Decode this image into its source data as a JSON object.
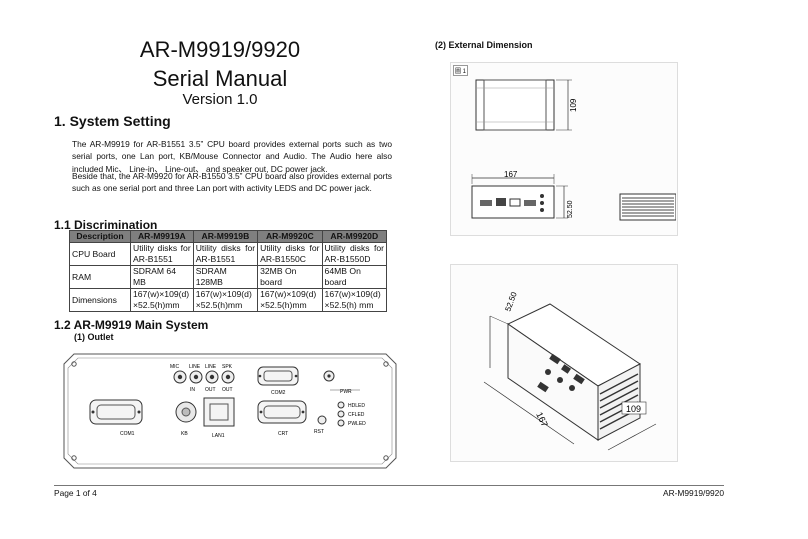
{
  "doc": {
    "title_line1": "AR-M9919/9920",
    "title_line2": "Serial Manual",
    "version": "Version 1.0"
  },
  "section1": {
    "heading": "1.  System Setting",
    "para1": "The AR-M9919 for AR-B1551 3.5” CPU board provides external ports such as two serial ports, one Lan port, KB/Mouse Connector and Audio. The Audio here also included Mic、 Line-in、 Line-out、 and speaker out, DC power jack.",
    "para2": "Beside that, the AR-M9920 for AR-B1550 3.5” CPU board also provides external ports such as one serial port and three Lan port with activity LEDS and DC power jack."
  },
  "discrimination": {
    "heading": "1.1 Discrimination",
    "headers": [
      "Description",
      "AR-M9919A",
      "AR-M9919B",
      "AR-M9920C",
      "AR-M9920D"
    ],
    "rows": [
      {
        "label": "CPU Board",
        "cells": [
          [
            "Utility disks for",
            "AR-B1551"
          ],
          [
            "Utility disks for",
            "AR-B1551"
          ],
          [
            "Utility disks for",
            "AR-B1550C"
          ],
          [
            "Utility disks for",
            "AR-B1550D"
          ]
        ]
      },
      {
        "label": "RAM",
        "cells": [
          [
            "SDRAM 64 MB"
          ],
          [
            "SDRAM 128MB"
          ],
          [
            "32MB On board"
          ],
          [
            "64MB On board"
          ]
        ]
      },
      {
        "label": "Dimensions",
        "cells": [
          [
            "167(w)×109(d)",
            "×52.5(h)mm"
          ],
          [
            "167(w)×109(d)",
            "×52.5(h)mm"
          ],
          [
            "167(w)×109(d)",
            "×52.5(h)mm"
          ],
          [
            "167(w)×109(d)",
            "×52.5(h) mm"
          ]
        ]
      }
    ]
  },
  "main_system": {
    "heading": "1.2 AR-M9919 Main System",
    "outlet_heading": "(1)  Outlet",
    "panel_labels": {
      "mic": "MIC",
      "line_in": "LINE",
      "line_out": "LINE",
      "spk": "SPK",
      "in": "IN",
      "out1": "OUT",
      "out2": "OUT",
      "com2": "COM2",
      "pwr": "PWR",
      "hdled": "HDLED",
      "cfled": "CFLED",
      "pwled": "PWLED",
      "com1": "COM1",
      "kb": "KB",
      "lan": "LAN1",
      "crt": "CRT",
      "rst": "RST"
    }
  },
  "external_dimension": {
    "heading": "(2)  External Dimension",
    "tag": "圖 1",
    "dims": {
      "depth": "109",
      "width": "167",
      "height": "52.50",
      "iso_height": "52.50",
      "iso_width": "167",
      "iso_depth": "109"
    }
  },
  "footer": {
    "left": "Page 1 of 4",
    "right": "AR-M9919/9920"
  }
}
